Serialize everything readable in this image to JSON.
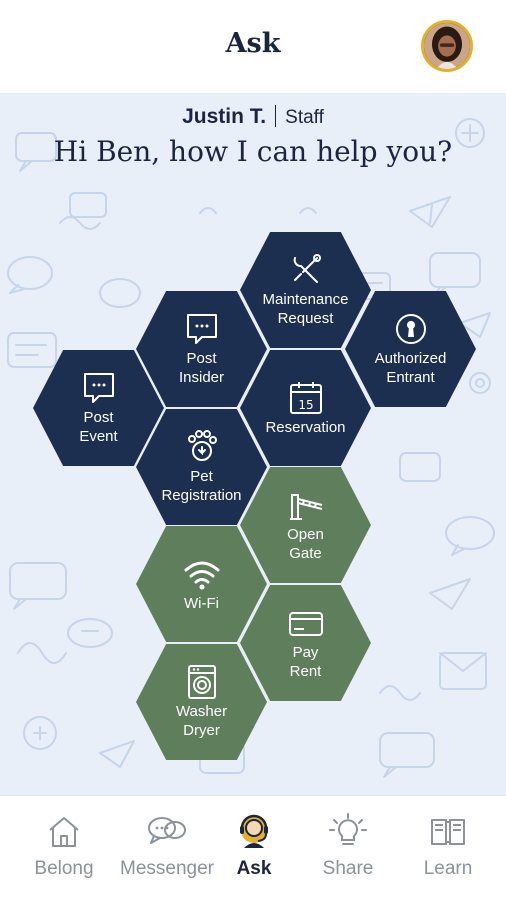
{
  "header": {
    "title": "Ask"
  },
  "staff": {
    "name": "Justin T.",
    "role": "Staff"
  },
  "greeting": "Hi Ben, how I can help you?",
  "tiles": [
    {
      "label": "Maintenance\nRequest",
      "icon": "tools-icon",
      "color": "navy"
    },
    {
      "label": "Post\nInsider",
      "icon": "chat-bubble-icon",
      "color": "navy"
    },
    {
      "label": "Authorized\nEntrant",
      "icon": "keyhole-icon",
      "color": "navy"
    },
    {
      "label": "Post\nEvent",
      "icon": "chat-bubble-icon",
      "color": "navy"
    },
    {
      "label": "Reservation",
      "icon": "calendar-icon",
      "color": "navy"
    },
    {
      "label": "Pet\nRegistration",
      "icon": "paw-icon",
      "color": "navy"
    },
    {
      "label": "Open\nGate",
      "icon": "gate-barrier-icon",
      "color": "green"
    },
    {
      "label": "Wi-Fi",
      "icon": "wifi-icon",
      "color": "green"
    },
    {
      "label": "Pay\nRent",
      "icon": "credit-card-icon",
      "color": "green"
    },
    {
      "label": "Washer\nDryer",
      "icon": "washer-icon",
      "color": "green"
    }
  ],
  "calendar_day": "15",
  "nav": [
    {
      "label": "Belong",
      "icon": "house-icon"
    },
    {
      "label": "Messenger",
      "icon": "chat-bubbles-icon"
    },
    {
      "label": "Ask",
      "icon": "concierge-icon",
      "active": true
    },
    {
      "label": "Share",
      "icon": "lightbulb-icon"
    },
    {
      "label": "Learn",
      "icon": "book-icon"
    }
  ],
  "colors": {
    "navy": "#1d2f51",
    "green": "#5f7f5c",
    "accent": "#e5b12a",
    "background": "#e9eff8"
  }
}
